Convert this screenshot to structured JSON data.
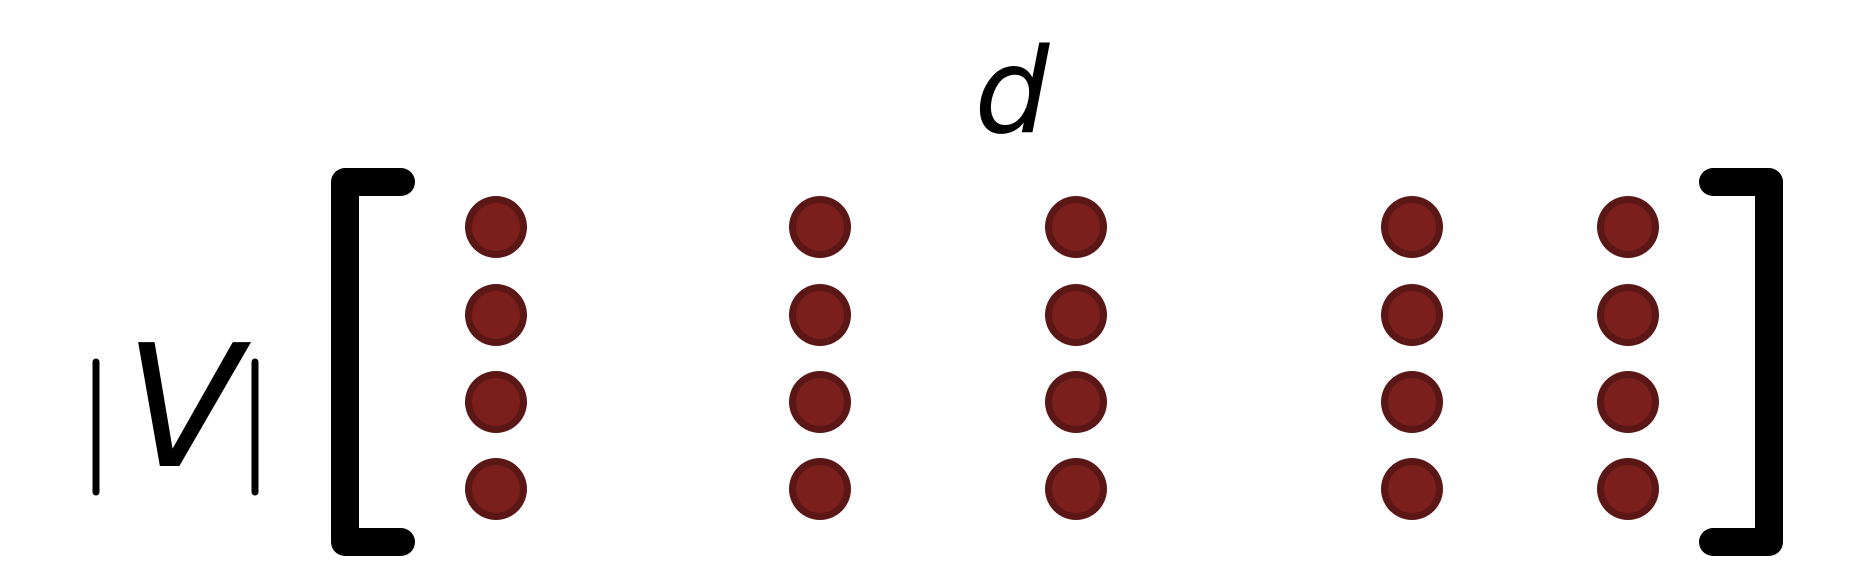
{
  "labels": {
    "columns_dim": "d",
    "rows_dim": "V"
  },
  "matrix": {
    "column_count": 5,
    "row_count": 4
  },
  "colors": {
    "dot_fill": "#7a1f1c",
    "dot_outline": "#5a1715",
    "ink": "#000000"
  }
}
